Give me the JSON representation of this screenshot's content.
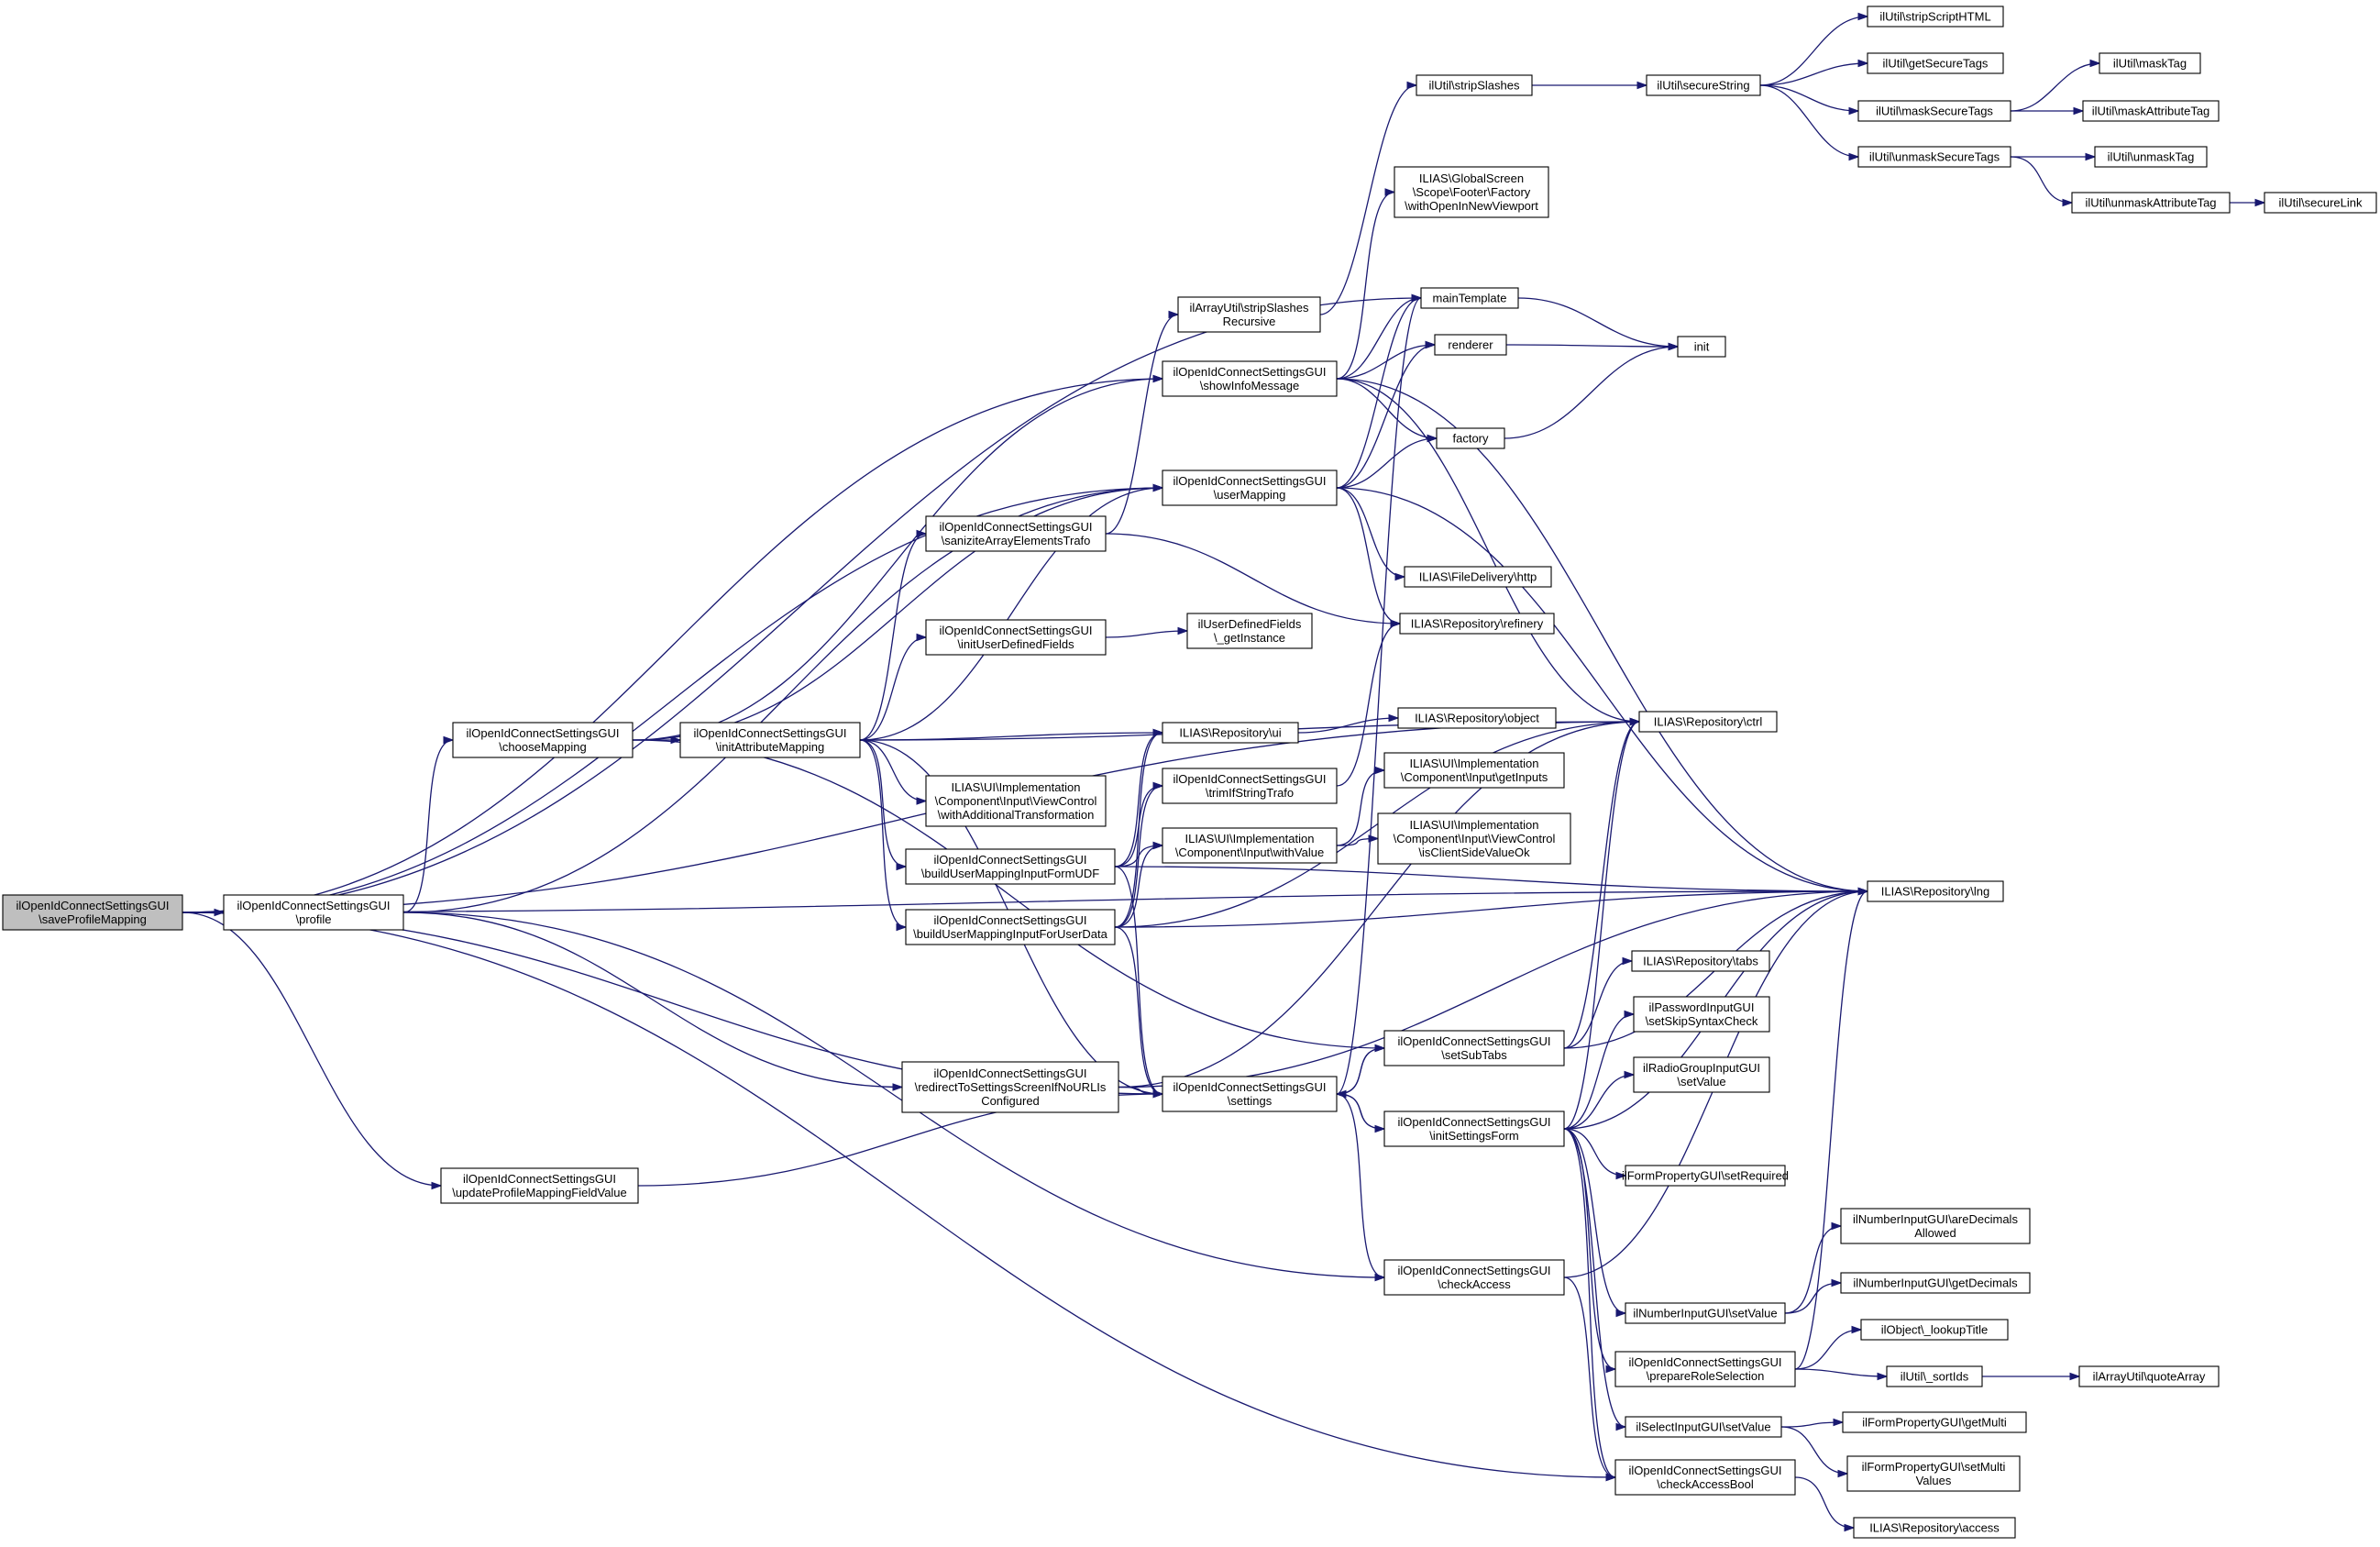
{
  "graph": {
    "root": "save",
    "edge_color": "#191970",
    "highlight_fill": "#bfbfbf",
    "nodes": [
      {
        "id": "save",
        "lines": [
          "ilOpenIdConnectSettingsGUI",
          "\\saveProfileMapping"
        ],
        "highlighted": true
      },
      {
        "id": "profile",
        "lines": [
          "ilOpenIdConnectSettingsGUI",
          "\\profile"
        ]
      },
      {
        "id": "updProfile",
        "lines": [
          "ilOpenIdConnectSettingsGUI",
          "\\updateProfileMappingFieldValue"
        ]
      },
      {
        "id": "chooseMapping",
        "lines": [
          "ilOpenIdConnectSettingsGUI",
          "\\chooseMapping"
        ]
      },
      {
        "id": "initAttr",
        "lines": [
          "ilOpenIdConnectSettingsGUI",
          "\\initAttributeMapping"
        ]
      },
      {
        "id": "sanitize",
        "lines": [
          "ilOpenIdConnectSettingsGUI",
          "\\saniziteArrayElementsTrafo"
        ]
      },
      {
        "id": "initUDF",
        "lines": [
          "ilOpenIdConnectSettingsGUI",
          "\\initUserDefinedFields"
        ]
      },
      {
        "id": "withAddTrans",
        "lines": [
          "ILIAS\\UI\\Implementation",
          "\\Component\\Input\\ViewControl",
          "\\withAdditionalTransformation"
        ]
      },
      {
        "id": "buildUDF",
        "lines": [
          "ilOpenIdConnectSettingsGUI",
          "\\buildUserMappingInputFormUDF"
        ]
      },
      {
        "id": "buildUserData",
        "lines": [
          "ilOpenIdConnectSettingsGUI",
          "\\buildUserMappingInputForUserData"
        ]
      },
      {
        "id": "redirect",
        "lines": [
          "ilOpenIdConnectSettingsGUI",
          "\\redirectToSettingsScreenIfNoURLIs",
          "Configured"
        ]
      },
      {
        "id": "stripRec",
        "lines": [
          "ilArrayUtil\\stripSlashes",
          "Recursive"
        ]
      },
      {
        "id": "showInfo",
        "lines": [
          "ilOpenIdConnectSettingsGUI",
          "\\showInfoMessage"
        ]
      },
      {
        "id": "userMapping",
        "lines": [
          "ilOpenIdConnectSettingsGUI",
          "\\userMapping"
        ]
      },
      {
        "id": "udfGetInst",
        "lines": [
          "ilUserDefinedFields",
          "\\_getInstance"
        ]
      },
      {
        "id": "repoUi",
        "lines": [
          "ILIAS\\Repository\\ui"
        ]
      },
      {
        "id": "trimIf",
        "lines": [
          "ilOpenIdConnectSettingsGUI",
          "\\trimIfStringTrafo"
        ]
      },
      {
        "id": "withValue",
        "lines": [
          "ILIAS\\UI\\Implementation",
          "\\Component\\Input\\withValue"
        ]
      },
      {
        "id": "settings",
        "lines": [
          "ilOpenIdConnectSettingsGUI",
          "\\settings"
        ]
      },
      {
        "id": "stripSlashes",
        "lines": [
          "ilUtil\\stripSlashes"
        ]
      },
      {
        "id": "withOpenNew",
        "lines": [
          "ILIAS\\GlobalScreen",
          "\\Scope\\Footer\\Factory",
          "\\withOpenInNewViewport"
        ]
      },
      {
        "id": "mainTemplate",
        "lines": [
          "mainTemplate"
        ]
      },
      {
        "id": "renderer",
        "lines": [
          "renderer"
        ]
      },
      {
        "id": "factory",
        "lines": [
          "factory"
        ]
      },
      {
        "id": "fileDelivery",
        "lines": [
          "ILIAS\\FileDelivery\\http"
        ]
      },
      {
        "id": "refinery",
        "lines": [
          "ILIAS\\Repository\\refinery"
        ]
      },
      {
        "id": "repoObject",
        "lines": [
          "ILIAS\\Repository\\object"
        ]
      },
      {
        "id": "getInputs",
        "lines": [
          "ILIAS\\UI\\Implementation",
          "\\Component\\Input\\getInputs"
        ]
      },
      {
        "id": "isClientSide",
        "lines": [
          "ILIAS\\UI\\Implementation",
          "\\Component\\Input\\ViewControl",
          "\\isClientSideValueOk"
        ]
      },
      {
        "id": "setSubTabs",
        "lines": [
          "ilOpenIdConnectSettingsGUI",
          "\\setSubTabs"
        ]
      },
      {
        "id": "initSettingsForm",
        "lines": [
          "ilOpenIdConnectSettingsGUI",
          "\\initSettingsForm"
        ]
      },
      {
        "id": "checkAccess",
        "lines": [
          "ilOpenIdConnectSettingsGUI",
          "\\checkAccess"
        ]
      },
      {
        "id": "numSetValue",
        "lines": [
          "ilNumberInputGUI\\setValue"
        ]
      },
      {
        "id": "prepRole",
        "lines": [
          "ilOpenIdConnectSettingsGUI",
          "\\prepareRoleSelection"
        ]
      },
      {
        "id": "selSetValue",
        "lines": [
          "ilSelectInputGUI\\setValue"
        ]
      },
      {
        "id": "checkAccessBool",
        "lines": [
          "ilOpenIdConnectSettingsGUI",
          "\\checkAccessBool"
        ]
      },
      {
        "id": "secureString",
        "lines": [
          "ilUtil\\secureString"
        ]
      },
      {
        "id": "init",
        "lines": [
          "init"
        ]
      },
      {
        "id": "repoCtrl",
        "lines": [
          "ILIAS\\Repository\\ctrl"
        ]
      },
      {
        "id": "repoTabs",
        "lines": [
          "ILIAS\\Repository\\tabs"
        ]
      },
      {
        "id": "pwdSkip",
        "lines": [
          "ilPasswordInputGUI",
          "\\setSkipSyntaxCheck"
        ]
      },
      {
        "id": "radioSetValue",
        "lines": [
          "ilRadioGroupInputGUI",
          "\\setValue"
        ]
      },
      {
        "id": "formSetReq",
        "lines": [
          "ilFormPropertyGUI\\setRequired"
        ]
      },
      {
        "id": "stripScript",
        "lines": [
          "ilUtil\\stripScriptHTML"
        ]
      },
      {
        "id": "getSecureTags",
        "lines": [
          "ilUtil\\getSecureTags"
        ]
      },
      {
        "id": "maskSecureTags",
        "lines": [
          "ilUtil\\maskSecureTags"
        ]
      },
      {
        "id": "unmaskSecureTags",
        "lines": [
          "ilUtil\\unmaskSecureTags"
        ]
      },
      {
        "id": "unmaskAttrTag",
        "lines": [
          "ilUtil\\unmaskAttributeTag"
        ]
      },
      {
        "id": "repoLng",
        "lines": [
          "ILIAS\\Repository\\lng"
        ]
      },
      {
        "id": "areDecimals",
        "lines": [
          "ilNumberInputGUI\\areDecimals",
          "Allowed"
        ]
      },
      {
        "id": "getDecimals",
        "lines": [
          "ilNumberInputGUI\\getDecimals"
        ]
      },
      {
        "id": "lookupTitle",
        "lines": [
          "ilObject\\_lookupTitle"
        ]
      },
      {
        "id": "sortIds",
        "lines": [
          "ilUtil\\_sortIds"
        ]
      },
      {
        "id": "getMulti",
        "lines": [
          "ilFormPropertyGUI\\getMulti"
        ]
      },
      {
        "id": "setMultiValues",
        "lines": [
          "ilFormPropertyGUI\\setMulti",
          "Values"
        ]
      },
      {
        "id": "repoAccess",
        "lines": [
          "ILIAS\\Repository\\access"
        ]
      },
      {
        "id": "maskTag",
        "lines": [
          "ilUtil\\maskTag"
        ]
      },
      {
        "id": "maskAttrTag",
        "lines": [
          "ilUtil\\maskAttributeTag"
        ]
      },
      {
        "id": "unmaskTag",
        "lines": [
          "ilUtil\\unmaskTag"
        ]
      },
      {
        "id": "quoteArray",
        "lines": [
          "ilArrayUtil\\quoteArray"
        ]
      },
      {
        "id": "secureLink",
        "lines": [
          "ilUtil\\secureLink"
        ]
      }
    ],
    "edges": [
      [
        "save",
        "profile"
      ],
      [
        "save",
        "updProfile"
      ],
      [
        "save",
        "showInfo"
      ],
      [
        "save",
        "userMapping"
      ],
      [
        "save",
        "mainTemplate"
      ],
      [
        "save",
        "repoCtrl"
      ],
      [
        "save",
        "settings"
      ],
      [
        "save",
        "checkAccessBool"
      ],
      [
        "save",
        "repoLng"
      ],
      [
        "profile",
        "chooseMapping"
      ],
      [
        "profile",
        "redirect"
      ],
      [
        "profile",
        "userMapping"
      ],
      [
        "profile",
        "checkAccess"
      ],
      [
        "updProfile",
        "settings"
      ],
      [
        "chooseMapping",
        "initAttr"
      ],
      [
        "chooseMapping",
        "showInfo"
      ],
      [
        "chooseMapping",
        "userMapping"
      ],
      [
        "chooseMapping",
        "setSubTabs"
      ],
      [
        "initAttr",
        "sanitize"
      ],
      [
        "initAttr",
        "initUDF"
      ],
      [
        "initAttr",
        "withAddTrans"
      ],
      [
        "initAttr",
        "buildUDF"
      ],
      [
        "initAttr",
        "buildUserData"
      ],
      [
        "initAttr",
        "userMapping"
      ],
      [
        "initAttr",
        "repoUi"
      ],
      [
        "initAttr",
        "repoCtrl"
      ],
      [
        "initAttr",
        "settings"
      ],
      [
        "sanitize",
        "stripRec"
      ],
      [
        "sanitize",
        "refinery"
      ],
      [
        "initUDF",
        "udfGetInst"
      ],
      [
        "buildUDF",
        "repoUi"
      ],
      [
        "buildUDF",
        "trimIf"
      ],
      [
        "buildUDF",
        "withValue"
      ],
      [
        "buildUDF",
        "repoLng"
      ],
      [
        "buildUDF",
        "settings"
      ],
      [
        "buildUserData",
        "repoUi"
      ],
      [
        "buildUserData",
        "trimIf"
      ],
      [
        "buildUserData",
        "withValue"
      ],
      [
        "buildUserData",
        "repoCtrl"
      ],
      [
        "buildUserData",
        "repoLng"
      ],
      [
        "buildUserData",
        "settings"
      ],
      [
        "redirect",
        "settings"
      ],
      [
        "redirect",
        "repoCtrl"
      ],
      [
        "redirect",
        "repoLng"
      ],
      [
        "stripRec",
        "stripSlashes"
      ],
      [
        "showInfo",
        "withOpenNew"
      ],
      [
        "showInfo",
        "mainTemplate"
      ],
      [
        "showInfo",
        "renderer"
      ],
      [
        "showInfo",
        "factory"
      ],
      [
        "showInfo",
        "repoCtrl"
      ],
      [
        "showInfo",
        "repoLng"
      ],
      [
        "userMapping",
        "mainTemplate"
      ],
      [
        "userMapping",
        "renderer"
      ],
      [
        "userMapping",
        "factory"
      ],
      [
        "userMapping",
        "fileDelivery"
      ],
      [
        "userMapping",
        "refinery"
      ],
      [
        "userMapping",
        "repoLng"
      ],
      [
        "repoUi",
        "repoObject"
      ],
      [
        "trimIf",
        "refinery"
      ],
      [
        "withValue",
        "getInputs"
      ],
      [
        "withValue",
        "isClientSide"
      ],
      [
        "settings",
        "mainTemplate"
      ],
      [
        "settings",
        "setSubTabs"
      ],
      [
        "settings",
        "initSettingsForm"
      ],
      [
        "settings",
        "checkAccess"
      ],
      [
        "setSubTabs",
        "settings"
      ],
      [
        "setSubTabs",
        "repoCtrl"
      ],
      [
        "setSubTabs",
        "repoTabs"
      ],
      [
        "setSubTabs",
        "repoLng"
      ],
      [
        "initSettingsForm",
        "settings"
      ],
      [
        "initSettingsForm",
        "repoCtrl"
      ],
      [
        "initSettingsForm",
        "pwdSkip"
      ],
      [
        "initSettingsForm",
        "radioSetValue"
      ],
      [
        "initSettingsForm",
        "formSetReq"
      ],
      [
        "initSettingsForm",
        "numSetValue"
      ],
      [
        "initSettingsForm",
        "prepRole"
      ],
      [
        "initSettingsForm",
        "selSetValue"
      ],
      [
        "initSettingsForm",
        "checkAccessBool"
      ],
      [
        "initSettingsForm",
        "repoLng"
      ],
      [
        "checkAccess",
        "checkAccessBool"
      ],
      [
        "checkAccess",
        "repoLng"
      ],
      [
        "numSetValue",
        "areDecimals"
      ],
      [
        "numSetValue",
        "getDecimals"
      ],
      [
        "prepRole",
        "lookupTitle"
      ],
      [
        "prepRole",
        "sortIds"
      ],
      [
        "prepRole",
        "repoLng"
      ],
      [
        "selSetValue",
        "getMulti"
      ],
      [
        "selSetValue",
        "setMultiValues"
      ],
      [
        "checkAccessBool",
        "repoAccess"
      ],
      [
        "stripSlashes",
        "secureString"
      ],
      [
        "secureString",
        "stripScript"
      ],
      [
        "secureString",
        "getSecureTags"
      ],
      [
        "secureString",
        "maskSecureTags"
      ],
      [
        "secureString",
        "unmaskSecureTags"
      ],
      [
        "maskSecureTags",
        "maskTag"
      ],
      [
        "maskSecureTags",
        "maskAttrTag"
      ],
      [
        "unmaskSecureTags",
        "unmaskTag"
      ],
      [
        "unmaskSecureTags",
        "unmaskAttrTag"
      ],
      [
        "unmaskAttrTag",
        "secureLink"
      ],
      [
        "sortIds",
        "quoteArray"
      ],
      [
        "mainTemplate",
        "init"
      ],
      [
        "renderer",
        "init"
      ],
      [
        "factory",
        "init"
      ]
    ]
  }
}
